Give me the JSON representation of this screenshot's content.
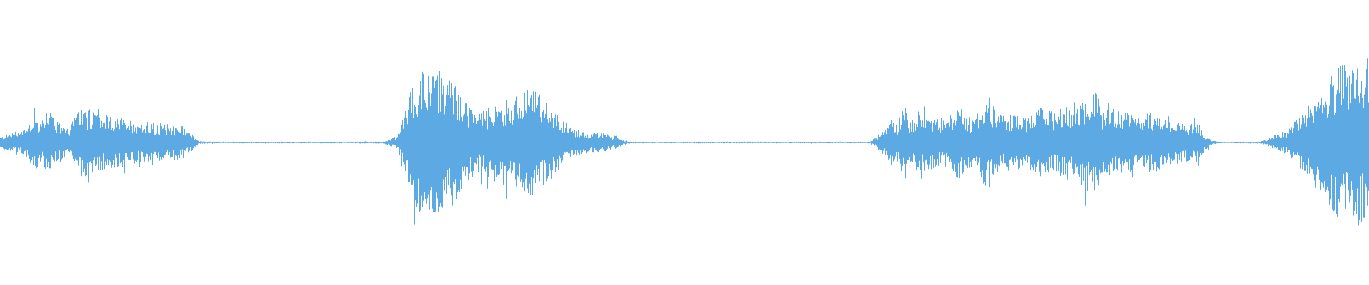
{
  "waveform": {
    "color": "#5DA9E3",
    "envelope": [
      [
        0.0,
        0.04
      ],
      [
        0.01,
        0.08
      ],
      [
        0.02,
        0.12
      ],
      [
        0.025,
        0.22
      ],
      [
        0.03,
        0.15
      ],
      [
        0.035,
        0.28
      ],
      [
        0.04,
        0.16
      ],
      [
        0.05,
        0.12
      ],
      [
        0.055,
        0.2
      ],
      [
        0.06,
        0.26
      ],
      [
        0.07,
        0.22
      ],
      [
        0.08,
        0.2
      ],
      [
        0.09,
        0.18
      ],
      [
        0.1,
        0.16
      ],
      [
        0.11,
        0.15
      ],
      [
        0.12,
        0.14
      ],
      [
        0.13,
        0.13
      ],
      [
        0.135,
        0.12
      ],
      [
        0.14,
        0.06
      ],
      [
        0.145,
        0.01
      ],
      [
        0.16,
        0.006
      ],
      [
        0.2,
        0.006
      ],
      [
        0.25,
        0.006
      ],
      [
        0.28,
        0.008
      ],
      [
        0.29,
        0.05
      ],
      [
        0.295,
        0.2
      ],
      [
        0.3,
        0.4
      ],
      [
        0.305,
        0.5
      ],
      [
        0.31,
        0.62
      ],
      [
        0.315,
        0.48
      ],
      [
        0.32,
        0.55
      ],
      [
        0.325,
        0.44
      ],
      [
        0.33,
        0.5
      ],
      [
        0.335,
        0.38
      ],
      [
        0.34,
        0.3
      ],
      [
        0.35,
        0.22
      ],
      [
        0.36,
        0.28
      ],
      [
        0.37,
        0.32
      ],
      [
        0.38,
        0.36
      ],
      [
        0.39,
        0.4
      ],
      [
        0.4,
        0.3
      ],
      [
        0.41,
        0.18
      ],
      [
        0.42,
        0.1
      ],
      [
        0.43,
        0.08
      ],
      [
        0.44,
        0.07
      ],
      [
        0.45,
        0.05
      ],
      [
        0.455,
        0.02
      ],
      [
        0.46,
        0.006
      ],
      [
        0.5,
        0.006
      ],
      [
        0.55,
        0.006
      ],
      [
        0.6,
        0.006
      ],
      [
        0.635,
        0.006
      ],
      [
        0.64,
        0.04
      ],
      [
        0.645,
        0.1
      ],
      [
        0.65,
        0.18
      ],
      [
        0.655,
        0.14
      ],
      [
        0.66,
        0.3
      ],
      [
        0.665,
        0.16
      ],
      [
        0.67,
        0.24
      ],
      [
        0.68,
        0.2
      ],
      [
        0.69,
        0.18
      ],
      [
        0.7,
        0.28
      ],
      [
        0.705,
        0.2
      ],
      [
        0.71,
        0.18
      ],
      [
        0.72,
        0.38
      ],
      [
        0.725,
        0.28
      ],
      [
        0.73,
        0.2
      ],
      [
        0.74,
        0.22
      ],
      [
        0.75,
        0.18
      ],
      [
        0.76,
        0.26
      ],
      [
        0.77,
        0.22
      ],
      [
        0.78,
        0.3
      ],
      [
        0.785,
        0.22
      ],
      [
        0.79,
        0.34
      ],
      [
        0.8,
        0.4
      ],
      [
        0.805,
        0.24
      ],
      [
        0.81,
        0.34
      ],
      [
        0.815,
        0.22
      ],
      [
        0.82,
        0.26
      ],
      [
        0.83,
        0.18
      ],
      [
        0.84,
        0.22
      ],
      [
        0.85,
        0.2
      ],
      [
        0.86,
        0.16
      ],
      [
        0.87,
        0.14
      ],
      [
        0.875,
        0.16
      ],
      [
        0.88,
        0.06
      ],
      [
        0.885,
        0.02
      ],
      [
        0.89,
        0.006
      ],
      [
        0.92,
        0.006
      ],
      [
        0.925,
        0.02
      ],
      [
        0.93,
        0.05
      ],
      [
        0.94,
        0.1
      ],
      [
        0.95,
        0.2
      ],
      [
        0.96,
        0.34
      ],
      [
        0.97,
        0.46
      ],
      [
        0.975,
        0.52
      ],
      [
        0.98,
        0.6
      ],
      [
        0.985,
        0.56
      ],
      [
        0.99,
        0.62
      ],
      [
        1.0,
        0.58
      ]
    ]
  }
}
